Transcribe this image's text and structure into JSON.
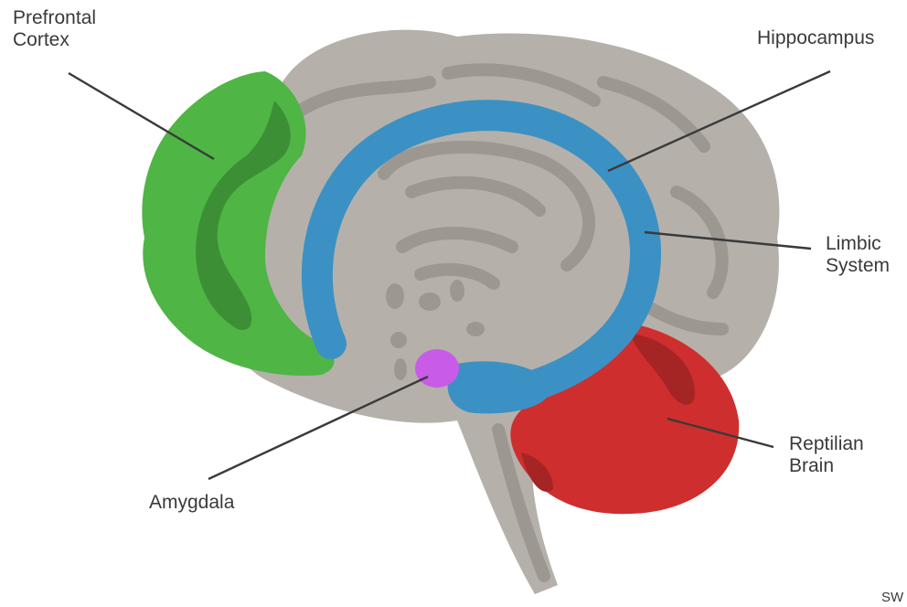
{
  "labels": {
    "prefrontal_line1": "Prefrontal",
    "prefrontal_line2": "Cortex",
    "hippocampus": "Hippocampus",
    "limbic_line1": "Limbic",
    "limbic_line2": "System",
    "reptilian_line1": "Reptilian",
    "reptilian_line2": "Brain",
    "amygdala": "Amygdala",
    "credit": "SW"
  },
  "colors": {
    "brain": "#b5b1aa",
    "brain_dark": "#9c9891",
    "prefrontal": "#4fb545",
    "prefrontal_dark": "#3c8f35",
    "limbic": "#3b91c4",
    "reptilian": "#cf2e2e",
    "reptilian_dark": "#a52424",
    "amygdala": "#c85be8",
    "leader_line": "#3a3a3a",
    "text": "#3a3a3a"
  }
}
